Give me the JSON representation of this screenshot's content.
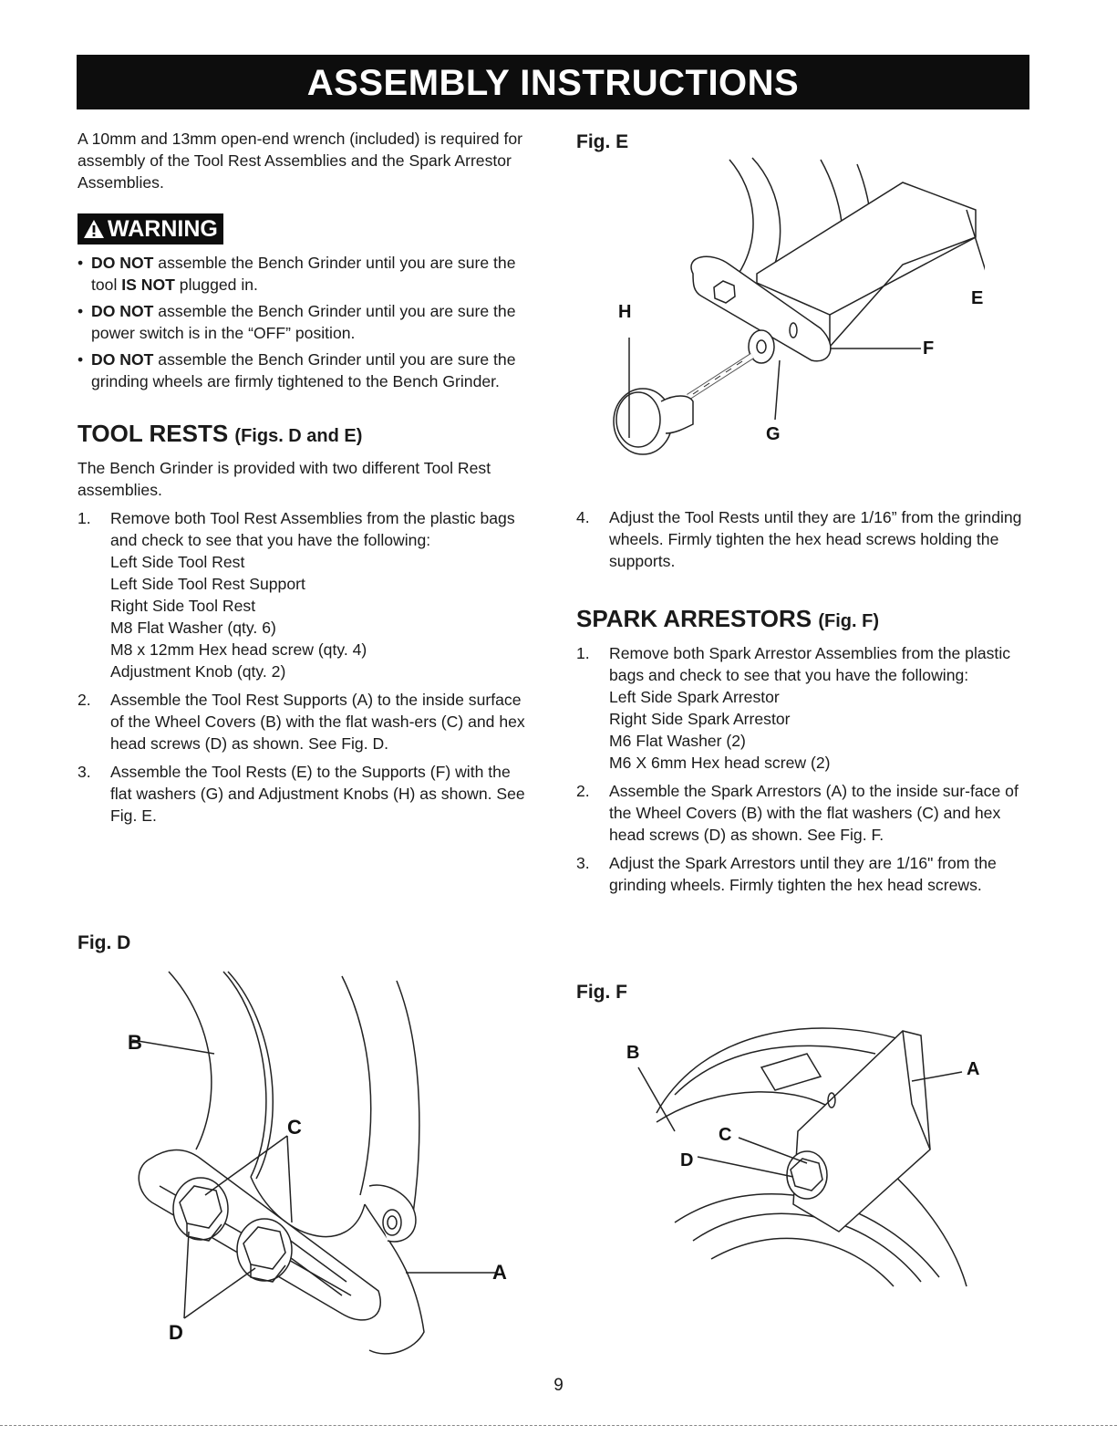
{
  "banner": "ASSEMBLY INSTRUCTIONS",
  "intro": "A 10mm and 13mm open-end wrench (included) is required for assembly of the Tool Rest Assemblies and the Spark Arrestor Assemblies.",
  "warning": {
    "label": "WARNING",
    "items": [
      {
        "bold1": "DO NOT",
        "t1": " assemble the Bench Grinder until you are sure the tool ",
        "bold2": "IS NOT",
        "t2": " plugged in."
      },
      {
        "bold1": "DO NOT",
        "t1": " assemble the Bench Grinder until you are sure the power switch is in the “OFF” position.",
        "bold2": "",
        "t2": ""
      },
      {
        "bold1": "DO NOT",
        "t1": " assemble the Bench Grinder until you are sure the grinding wheels are firmly tightened to the Bench Grinder.",
        "bold2": "",
        "t2": ""
      }
    ]
  },
  "tool_rests": {
    "title": "TOOL RESTS",
    "title_small": "(Figs. D and E)",
    "intro": "The Bench Grinder is provided with two different Tool Rest assemblies.",
    "steps": [
      {
        "num": "1.",
        "text": "Remove both Tool Rest Assemblies from the plastic bags and check to see that you have the following:",
        "sub": [
          "Left Side Tool Rest",
          "Left Side Tool Rest Support",
          "Right Side Tool Rest",
          "M8 Flat Washer (qty. 6)",
          "M8 x 12mm Hex head screw (qty. 4)",
          "Adjustment Knob (qty. 2)"
        ]
      },
      {
        "num": "2.",
        "text": "Assemble the Tool Rest Supports (A) to the inside surface of the Wheel Covers (B) with the flat wash-ers (C) and hex head screws (D) as shown. See Fig. D.",
        "sub": []
      },
      {
        "num": "3.",
        "text": "Assemble the Tool Rests (E) to the Supports (F) with the flat washers (G) and Adjustment Knobs (H) as shown. See Fig. E.",
        "sub": []
      },
      {
        "num": "4.",
        "text": "Adjust the Tool Rests until they are 1/16” from the grinding wheels. Firmly tighten the hex head screws holding the supports.",
        "sub": []
      }
    ]
  },
  "spark": {
    "title": "SPARK ARRESTORS",
    "title_small": "(Fig. F)",
    "steps": [
      {
        "num": "1.",
        "text": "Remove both Spark Arrestor Assemblies from the plastic bags and check to see that you have the following:",
        "sub": [
          "Left Side Spark Arrestor",
          "Right Side Spark Arrestor",
          "M6 Flat Washer (2)",
          "M6 X 6mm Hex head screw (2)"
        ]
      },
      {
        "num": "2.",
        "text": "Assemble the Spark Arrestors (A) to the inside sur-face of the Wheel Covers (B) with the flat washers (C) and hex head screws (D) as shown. See Fig. F.",
        "sub": []
      },
      {
        "num": "3.",
        "text": "Adjust the Spark Arrestors until they are 1/16\" from the grinding wheels. Firmly tighten the hex head screws.",
        "sub": []
      }
    ]
  },
  "figures": {
    "d": {
      "label": "Fig. D",
      "callouts": {
        "a": "A",
        "b": "B",
        "c": "C",
        "d": "D"
      }
    },
    "e": {
      "label": "Fig. E",
      "callouts": {
        "e": "E",
        "f": "F",
        "g": "G",
        "h": "H"
      }
    },
    "f": {
      "label": "Fig. F",
      "callouts": {
        "a": "A",
        "b": "B",
        "c": "C",
        "d": "D"
      }
    }
  },
  "page_number": "9"
}
